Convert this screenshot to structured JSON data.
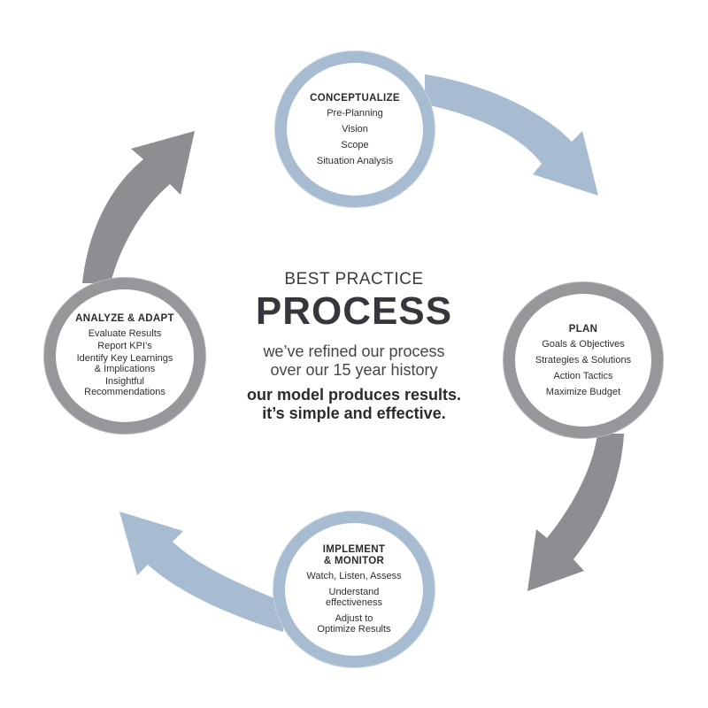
{
  "colors": {
    "blue_arrow": "#a7bcd0",
    "gray_arrow": "#8d8e92",
    "blue_ring": "#a7bcd0",
    "gray_ring": "#96979b",
    "text": "#2e2e33"
  },
  "center": {
    "eyebrow": "BEST PRACTICE",
    "title": "PROCESS",
    "sub_line_1": "we’ve refined our process",
    "sub_line_2": "over our 15 year history",
    "bold_line_1": "our model produces results.",
    "bold_line_2": "it’s simple and effective."
  },
  "nodes": {
    "conceptualize": {
      "title": "CONCEPTUALIZE",
      "items": [
        "Pre-Planning",
        "Vision",
        "Scope",
        "Situation Analysis"
      ]
    },
    "plan": {
      "title": "PLAN",
      "items": [
        "Goals & Objectives",
        "Strategies & Solutions",
        "Action Tactics",
        "Maximize Budget"
      ]
    },
    "implement": {
      "title": "IMPLEMENT\n& MONITOR",
      "items": [
        "Watch, Listen, Assess",
        "Understand\neffectiveness",
        "Adjust to\nOptimize Results"
      ]
    },
    "analyze": {
      "title": "ANALYZE & ADAPT",
      "items": [
        "Evaluate Results",
        "Report KPI’s",
        "Identify Key Learnings\n& Implications",
        "Insightful\nRecommendations"
      ]
    }
  }
}
